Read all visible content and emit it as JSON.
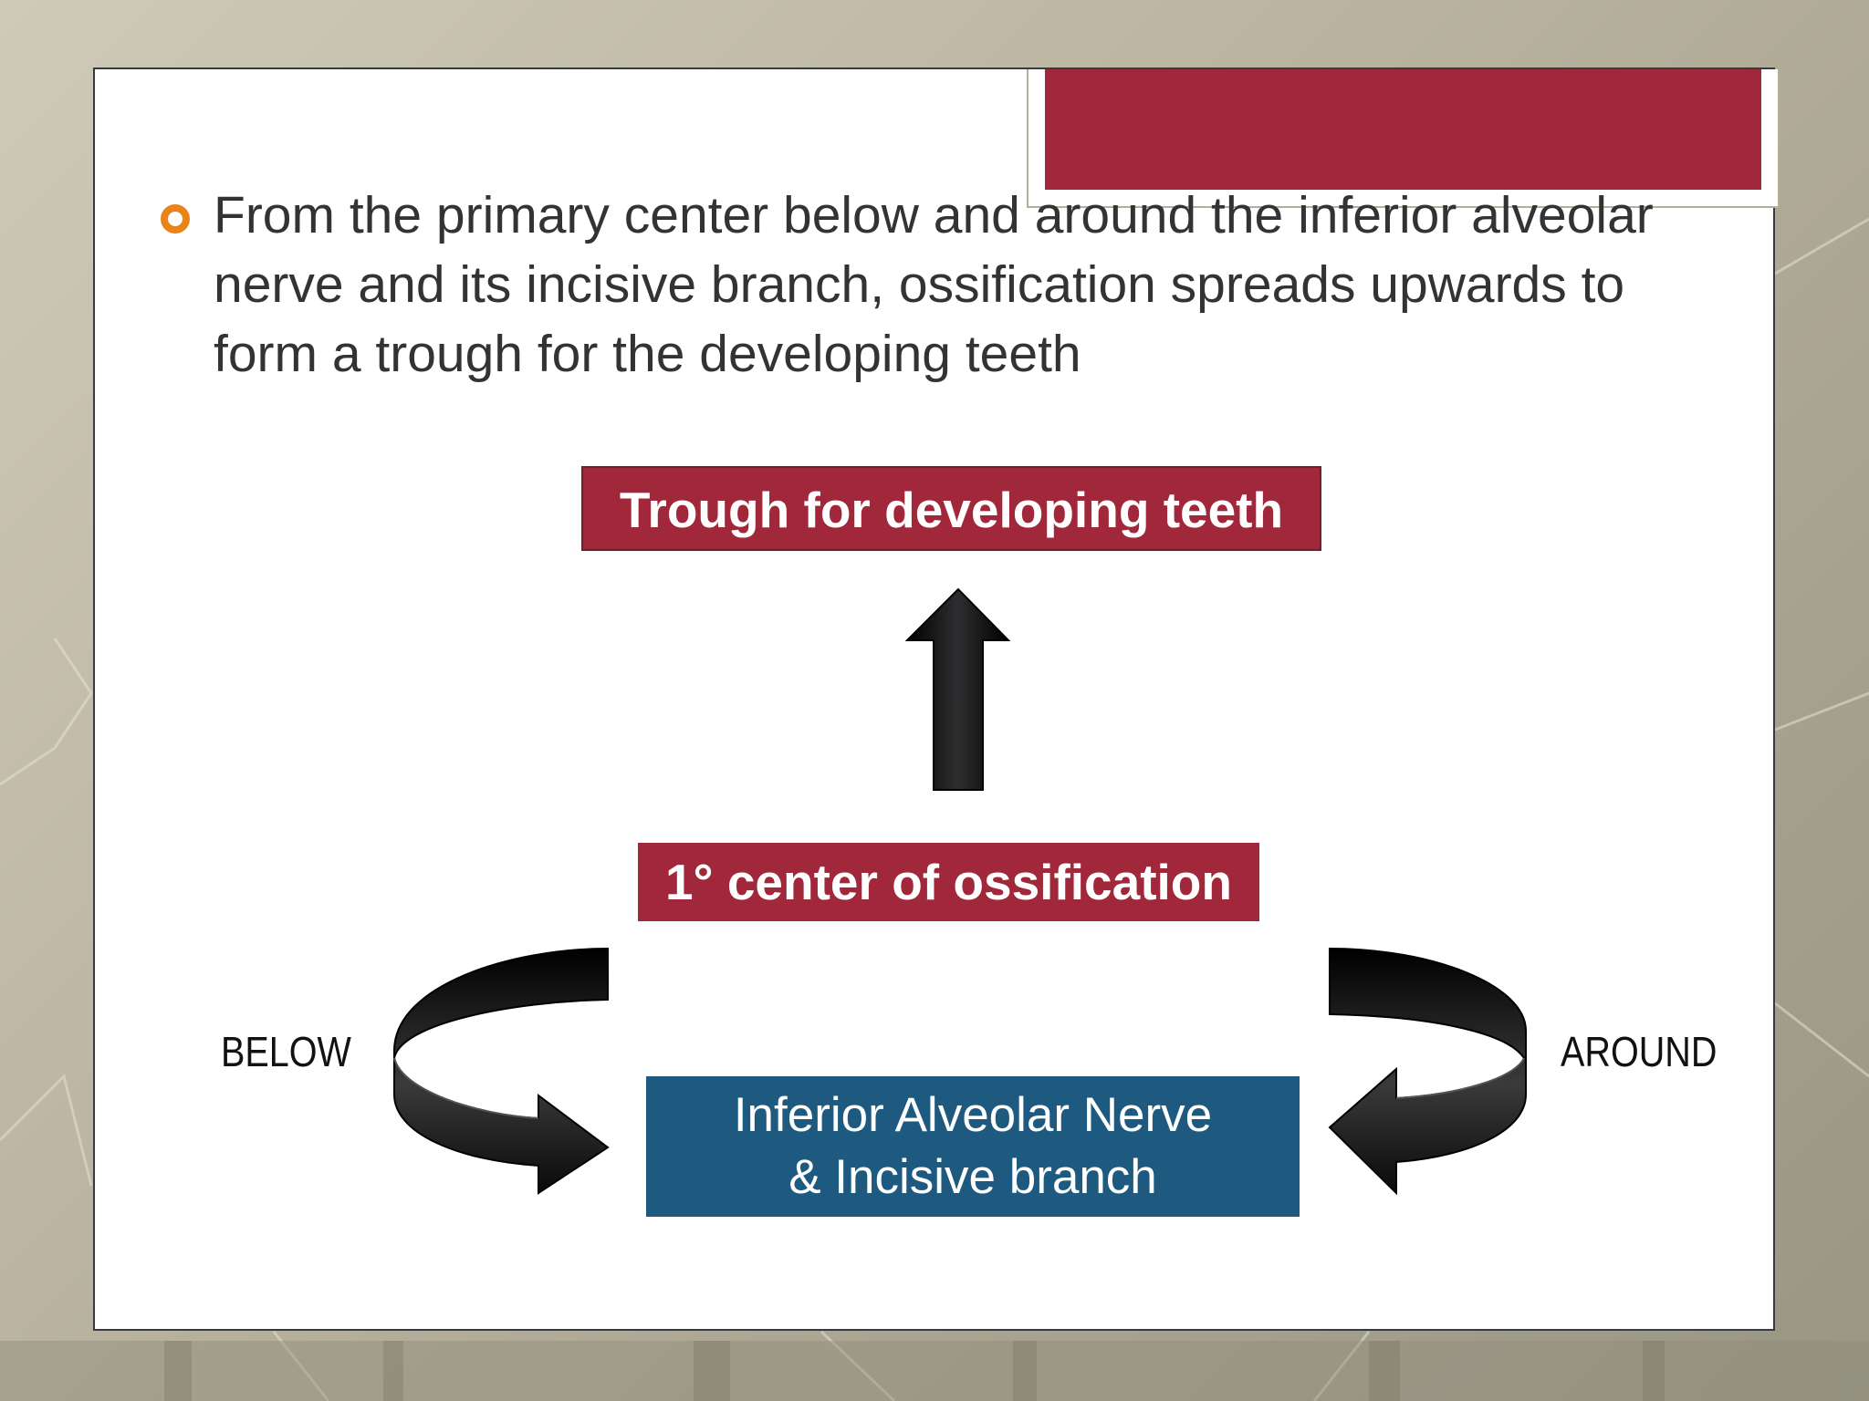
{
  "slide": {
    "bullet_text": "From the primary center below and around the inferior alveolar nerve and its incisive branch, ossification spreads upwards to form a trough for the developing teeth"
  },
  "diagram": {
    "top_box": "Trough for developing teeth",
    "center_box": "1° center of ossification",
    "nerve_box_line1": "Inferior Alveolar Nerve",
    "nerve_box_line2": "& Incisive branch",
    "left_label": "BELOW",
    "right_label": "AROUND"
  },
  "colors": {
    "accent_red": "#a0283a",
    "accent_blue": "#1e5a80",
    "bullet_orange": "#e8841a",
    "text_dark": "#333333"
  }
}
